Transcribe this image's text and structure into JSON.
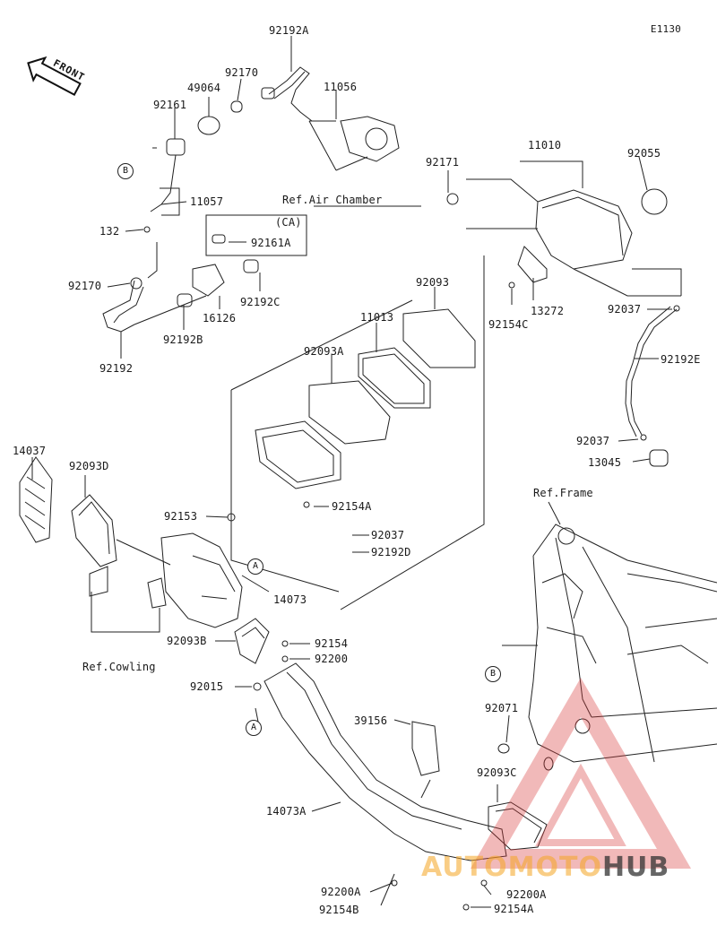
{
  "diagram_code": "E1130",
  "front_label": "FRONT",
  "watermark": {
    "part1": "AUTOMOTO",
    "part2": "HUB"
  },
  "labels": {
    "p92192A": "92192A",
    "p92170a": "92170",
    "p49064": "49064",
    "p11056": "11056",
    "p92161": "92161",
    "p11057": "11057",
    "p132": "132",
    "refAirChamber": "Ref.Air Chamber",
    "ca": "(CA)",
    "p92161A": "92161A",
    "p92170b": "92170",
    "p92192C": "92192C",
    "p16126": "16126",
    "p92192B": "92192B",
    "p92192": "92192",
    "p92171": "92171",
    "p11010": "11010",
    "p92055": "92055",
    "p13272": "13272",
    "p92154C": "92154C",
    "p92037a": "92037",
    "p92192E": "92192E",
    "p92093": "92093",
    "p11013": "11013",
    "p92093A": "92093A",
    "p92037b": "92037",
    "p13045": "13045",
    "p14037": "14037",
    "p92093D": "92093D",
    "p92153": "92153",
    "p92154A": "92154A",
    "p92037c": "92037",
    "p92192D": "92192D",
    "refFrame": "Ref.Frame",
    "p14073": "14073",
    "p92093B": "92093B",
    "p92154": "92154",
    "p92200": "92200",
    "refCowling": "Ref.Cowling",
    "p92015": "92015",
    "p92071": "92071",
    "p39156": "39156",
    "p92093C": "92093C",
    "p14073A": "14073A",
    "p92200A_left": "92200A",
    "p92154B": "92154B",
    "p92200A_right": "92200A",
    "p92154A_bottom": "92154A"
  },
  "bubbles": {
    "b1": "B",
    "b2": "B",
    "a1": "A",
    "a2": "A"
  }
}
